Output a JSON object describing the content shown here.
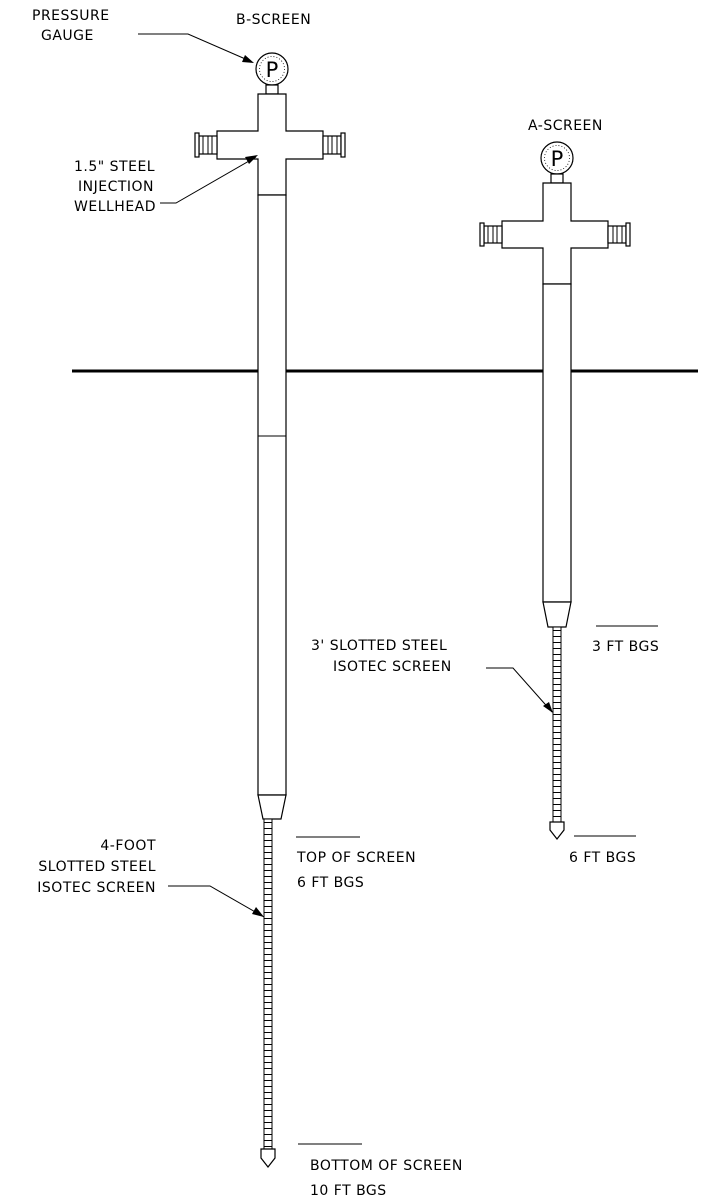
{
  "wells": {
    "b": {
      "title": "B-SCREEN",
      "gauge_letter": "P",
      "screen_label": [
        "4-FOOT",
        "SLOTTED STEEL",
        "ISOTEC SCREEN"
      ],
      "top_label": [
        "TOP OF SCREEN",
        "6 FT BGS"
      ],
      "bottom_label": [
        "BOTTOM OF SCREEN",
        "10 FT BGS"
      ]
    },
    "a": {
      "title": "A-SCREEN",
      "gauge_letter": "P",
      "screen_label": [
        "3' SLOTTED STEEL",
        "ISOTEC SCREEN"
      ],
      "top_label": [
        "3 FT BGS"
      ],
      "bottom_label": [
        "6 FT BGS"
      ]
    }
  },
  "callouts": {
    "gauge": [
      "PRESSURE",
      "GAUGE"
    ],
    "wellhead": [
      "1.5\" STEEL",
      "INJECTION",
      "WELLHEAD"
    ]
  }
}
